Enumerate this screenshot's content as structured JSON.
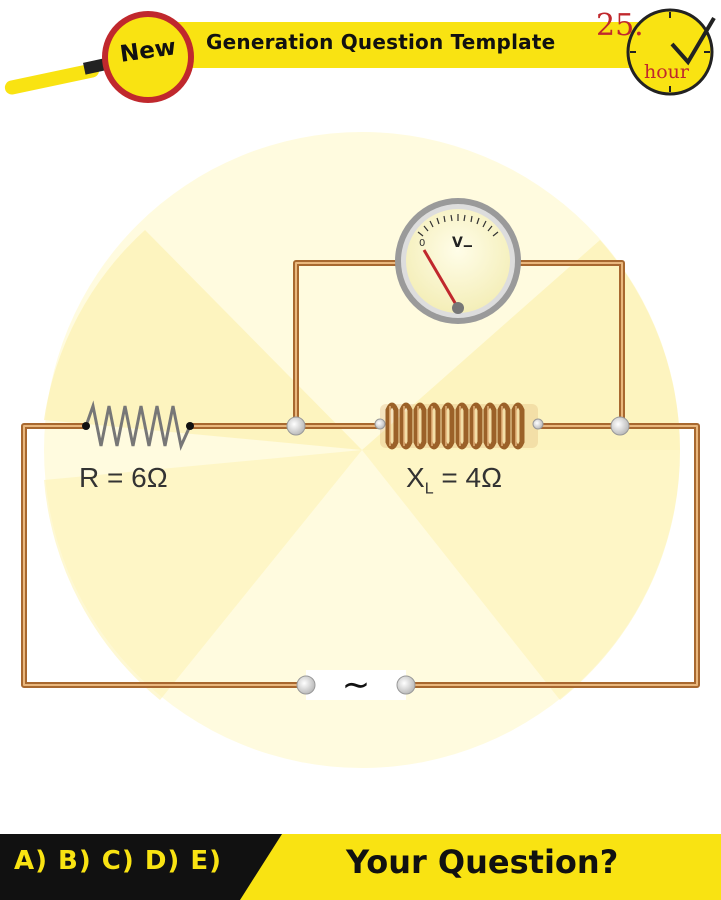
{
  "header": {
    "badge": "New",
    "title": "Generation Question Template",
    "clock_number": "25.",
    "clock_unit": "hour"
  },
  "circuit": {
    "resistor_label": "R = 6Ω",
    "inductor_label_main": "X",
    "inductor_label_sub": "L",
    "inductor_label_rest": " = 4Ω",
    "voltmeter_symbol": "V",
    "voltmeter_dc_symbol": "‒",
    "voltmeter_zero": "0",
    "source_symbol": "∼"
  },
  "footer": {
    "options": "A) B) C) D) E)",
    "question": "Your Question?"
  },
  "colors": {
    "accent_yellow": "#f9e312",
    "wire": "#c98a4b",
    "dark": "#111111",
    "red": "#c0282d"
  }
}
